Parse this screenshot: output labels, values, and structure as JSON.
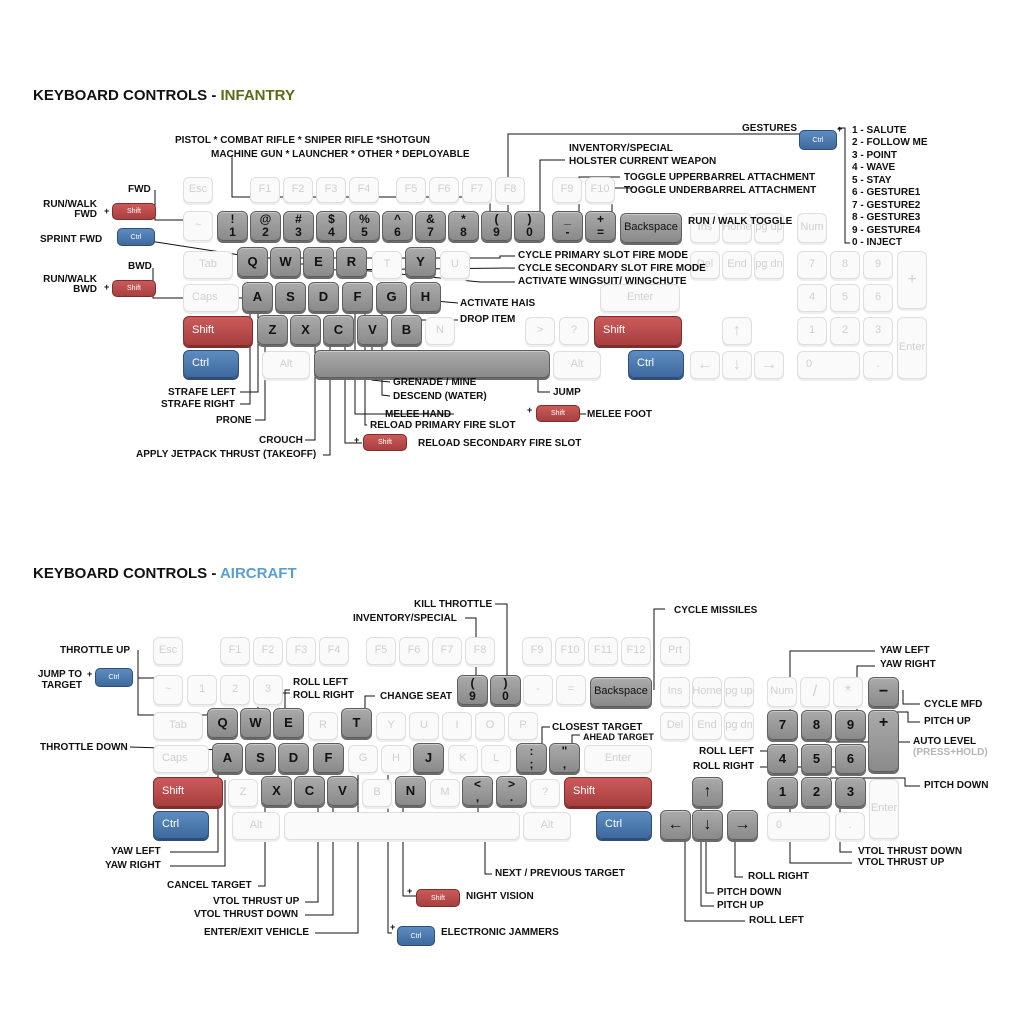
{
  "colors": {
    "infantry_accent": "#5a6a1a",
    "aircraft_accent": "#5b9fd0",
    "line": "#111111",
    "key_grey": "#9a9a9a",
    "shift_red": "#b84848",
    "ctrl_blue": "#4a78ac"
  },
  "infantry": {
    "heading_prefix": "KEYBOARD CONTROLS - ",
    "heading_accent": "INFANTRY",
    "labels": {
      "weapons_line1": "PISTOL * COMBAT RIFLE * SNIPER RIFLE *SHOTGUN",
      "weapons_line2": "MACHINE GUN * LAUNCHER * OTHER * DEPLOYABLE",
      "fwd": "FWD",
      "run_walk_fwd_1": "RUN/WALK",
      "run_walk_fwd_2": "FWD",
      "sprint_fwd": "SPRINT FWD",
      "bwd": "BWD",
      "run_walk_bwd_1": "RUN/WALK",
      "run_walk_bwd_2": "BWD",
      "gestures": "GESTURES",
      "inventory": "INVENTORY/SPECIAL",
      "holster": "HOLSTER CURRENT WEAPON",
      "toggle_upper": "TOGGLE UPPERBARREL ATTACHMENT",
      "toggle_under": "TOGGLE UNDERBARREL ATTACHMENT",
      "run_walk_toggle": "RUN / WALK TOGGLE",
      "cycle_primary": "CYCLE PRIMARY SLOT FIRE MODE",
      "cycle_secondary": "CYCLE SECONDARY SLOT FIRE MODE",
      "wingsuit": "ACTIVATE WINGSUIT/ WINGCHUTE",
      "hais": "ACTIVATE HAIS",
      "drop": "DROP ITEM",
      "strafe_left": "STRAFE LEFT",
      "strafe_right": "STRAFE RIGHT",
      "prone": "PRONE",
      "crouch": "CROUCH",
      "jetpack": "APPLY JETPACK THRUST (TAKEOFF)",
      "grenade": "GRENADE / MINE",
      "descend": "DESCEND (WATER)",
      "jump": "JUMP",
      "melee_hand": "MELEE HAND",
      "melee_foot": "MELEE FOOT",
      "reload_primary": "RELOAD PRIMARY FIRE SLOT",
      "reload_secondary": "RELOAD SECONDARY FIRE SLOT"
    },
    "gesture_list": [
      "1 - SALUTE",
      "2 - FOLLOW ME",
      "3 - POINT",
      "4 - WAVE",
      "5 - STAY",
      "6 - GESTURE1",
      "7 - GESTURE2",
      "8 - GESTURE3",
      "9 - GESTURE4",
      "0 - INJECT"
    ]
  },
  "aircraft": {
    "heading_prefix": "KEYBOARD CONTROLS - ",
    "heading_accent": "AIRCRAFT",
    "labels": {
      "kill_throttle": "KILL THROTTLE",
      "inventory": "INVENTORY/SPECIAL",
      "cycle_missiles": "CYCLE MISSILES",
      "throttle_up": "THROTTLE UP",
      "jump_to_1": "JUMP TO",
      "jump_to_2": "TARGET",
      "roll_left_q": "ROLL LEFT",
      "roll_right_e": "ROLL RIGHT",
      "change_seat": "CHANGE SEAT",
      "closest_target": "CLOSEST TARGET",
      "ahead_target": "AHEAD TARGET",
      "throttle_down": "THROTTLE DOWN",
      "yaw_left": "YAW LEFT",
      "yaw_right": "YAW RIGHT",
      "cycle_mfd": "CYCLE MFD",
      "pitch_up_np": "PITCH UP",
      "auto_level": "AUTO LEVEL",
      "auto_level_note": "(PRESS+HOLD)",
      "roll_left_np": "ROLL LEFT",
      "roll_right_np": "ROLL RIGHT",
      "pitch_down_np": "PITCH DOWN",
      "yaw_left_a": "YAW LEFT",
      "yaw_right_s": "YAW RIGHT",
      "cancel_target": "CANCEL TARGET",
      "vtol_up": "VTOL THRUST UP",
      "vtol_down": "VTOL THRUST DOWN",
      "enter_exit": "ENTER/EXIT VEHICLE",
      "next_prev": "NEXT / PREVIOUS TARGET",
      "night_vision": "NIGHT VISION",
      "jammers": "ELECTRONIC JAMMERS",
      "vtol_down_np": "VTOL THRUST DOWN",
      "vtol_up_np": "VTOL THRUST UP",
      "roll_right_arrow": "ROLL RIGHT",
      "pitch_down_arrow": "PITCH DOWN",
      "pitch_up_arrow": "PITCH UP",
      "roll_left_arrow": "ROLL LEFT"
    }
  },
  "keys": {
    "esc": "Esc",
    "f1": "F1",
    "f2": "F2",
    "f3": "F3",
    "f4": "F4",
    "f5": "F5",
    "f6": "F6",
    "f7": "F7",
    "f8": "F8",
    "f9": "F9",
    "f10": "F10",
    "f11": "F11",
    "f12": "F12",
    "prt": "Prt",
    "tab": "Tab",
    "caps": "Caps",
    "shift": "Shift",
    "ctrl": "Ctrl",
    "alt": "Alt",
    "backspace": "Backspace",
    "enter": "Enter",
    "ins": "Ins",
    "home": "Home",
    "pgup": "pg up",
    "del": "Del",
    "end": "End",
    "pgdn": "pg dn",
    "num": "Num",
    "q": "Q",
    "w": "W",
    "e": "E",
    "r": "R",
    "t": "T",
    "y": "Y",
    "u": "U",
    "i": "I",
    "o": "O",
    "p": "P",
    "a": "A",
    "s": "S",
    "d": "D",
    "f": "F",
    "g": "G",
    "h": "H",
    "j": "J",
    "k": "K",
    "l": "L",
    "z": "Z",
    "x": "X",
    "c": "C",
    "v": "V",
    "b": "B",
    "n": "N",
    "m": "M",
    "n0": "0",
    "n1": "1",
    "n2": "2",
    "n3": "3",
    "n4": "4",
    "n5": "5",
    "n6": "6",
    "n7": "7",
    "n8": "8",
    "n9": "9",
    "plus": "+",
    "minus": "−",
    "slash": "/",
    "star": "*",
    "dot": ".",
    "arrow_up": "↑",
    "arrow_down": "↓",
    "arrow_left": "←",
    "arrow_right": "→",
    "sym_tilde": "~",
    "sym_excl": "!",
    "sym_at": "@",
    "sym_hash": "#",
    "sym_dollar": "$",
    "sym_pct": "%",
    "sym_caret": "^",
    "sym_amp": "&",
    "sym_star": "*",
    "sym_lparen": "(",
    "sym_rparen": ")",
    "sym_under": "_",
    "sym_minus": "-",
    "sym_plus": "+",
    "sym_eq": "=",
    "sym_colon": ":",
    "sym_semi": ";",
    "sym_quote": "\"",
    "sym_lt": "<",
    "sym_gt": ">",
    "sym_comma": ",",
    "sym_q": "?",
    "sym_slash": "/",
    "sym_dot": "."
  }
}
